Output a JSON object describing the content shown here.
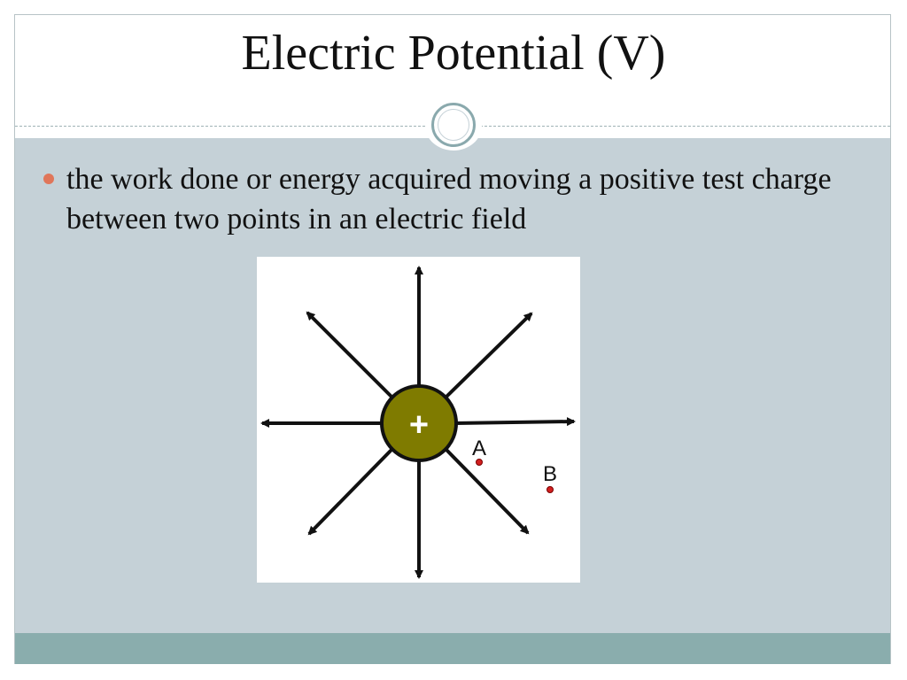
{
  "slide": {
    "title": "Electric Potential (V)",
    "bullets": [
      "the work done or energy acquired moving a positive test charge between two points in an electric field"
    ]
  },
  "diagram": {
    "charge_symbol": "+",
    "charge_color": "#7f7b00",
    "points": [
      {
        "label": "A",
        "color": "#d22020"
      },
      {
        "label": "B",
        "color": "#d22020"
      }
    ]
  },
  "colors": {
    "content_background": "#c5d1d7",
    "footer_bar": "#8aadad",
    "bullet": "#e0765a"
  }
}
